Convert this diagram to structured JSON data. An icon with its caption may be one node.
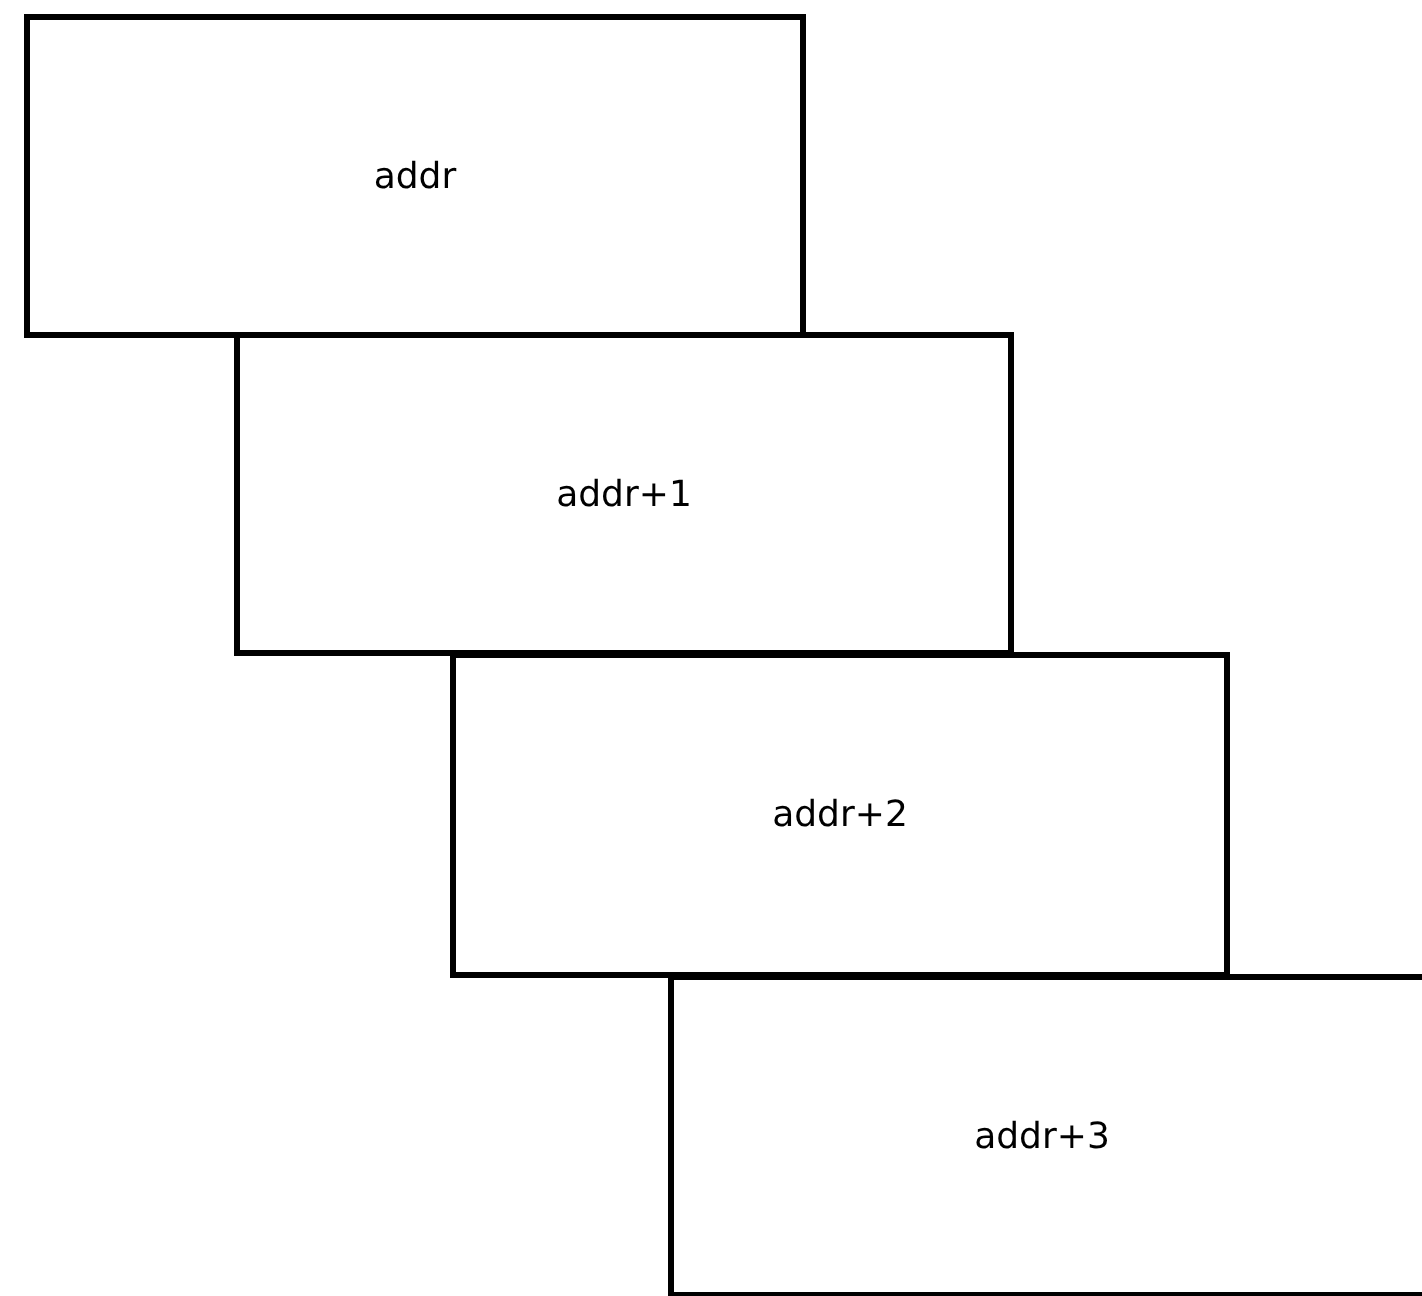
{
  "diagram": {
    "nodes": [
      {
        "text": [
          "addr"
        ]
      },
      {
        "text": [
          "addr+1"
        ]
      },
      {
        "text": [
          "addr+2"
        ]
      },
      {
        "text": [
          "addr+3"
        ]
      }
    ]
  }
}
